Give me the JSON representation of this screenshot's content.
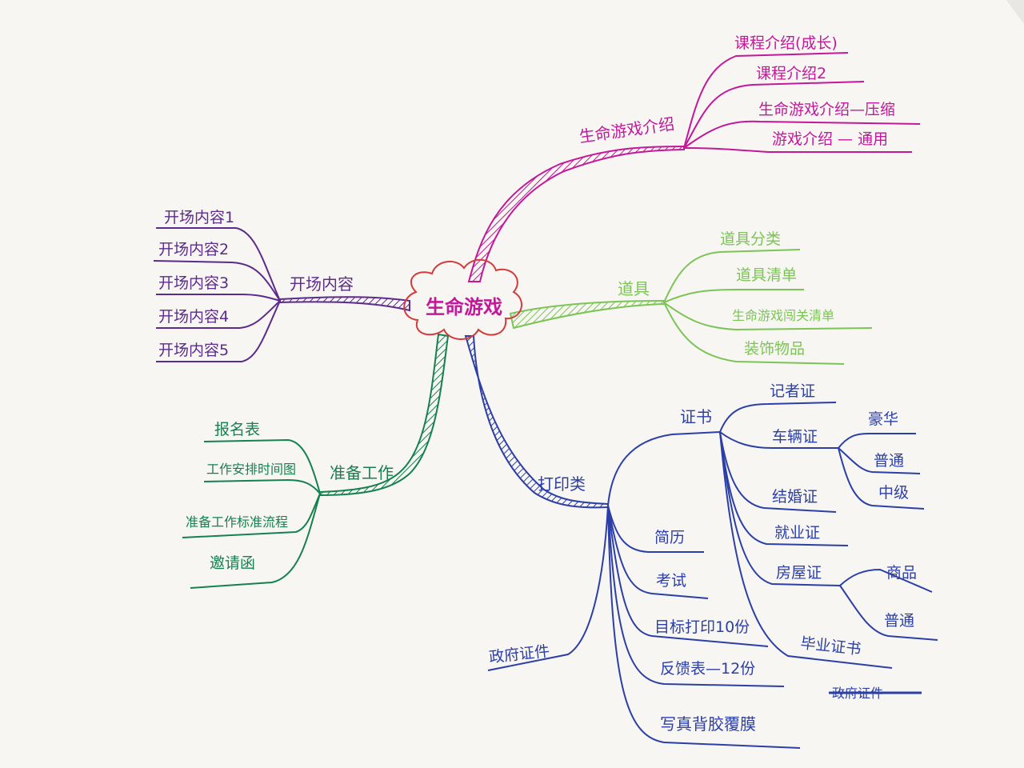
{
  "colors": {
    "paper": "#f7f6f3",
    "magenta": "#c2189a",
    "green_light": "#7cc455",
    "blue": "#2c3fa6",
    "green_dark": "#17804f",
    "purple": "#5d2b8c",
    "red": "#d43a3a"
  },
  "root": {
    "label": "生命游戏"
  },
  "branches": {
    "intro": {
      "label": "生命游戏介绍",
      "items": [
        "课程介绍(成长)",
        "课程介绍2",
        "生命游戏介绍—压缩",
        "游戏介绍 — 通用"
      ]
    },
    "props": {
      "label": "道具",
      "items": [
        "道具分类",
        "道具清单",
        "生命游戏闯关清单",
        "装饰物品"
      ]
    },
    "print": {
      "label": "打印类",
      "government": "政府证件",
      "items": [
        "简历",
        "考试",
        "目标打印10份",
        "反馈表—12份",
        "写真背胶覆膜"
      ],
      "certificates": {
        "label": "证书",
        "items": [
          "记者证",
          "车辆证",
          "结婚证",
          "就业证",
          "房屋证",
          "毕业证书"
        ],
        "car_sub": [
          "豪华",
          "普通",
          "中级"
        ],
        "house_sub": [
          "商品",
          "普通"
        ],
        "struck": "政府证件"
      }
    },
    "prep": {
      "label": "准备工作",
      "items": [
        "报名表",
        "工作安排时间图",
        "准备工作标准流程",
        "邀请函"
      ]
    },
    "open": {
      "label": "开场内容",
      "items": [
        "开场内容1",
        "开场内容2",
        "开场内容3",
        "开场内容4",
        "开场内容5"
      ]
    }
  }
}
